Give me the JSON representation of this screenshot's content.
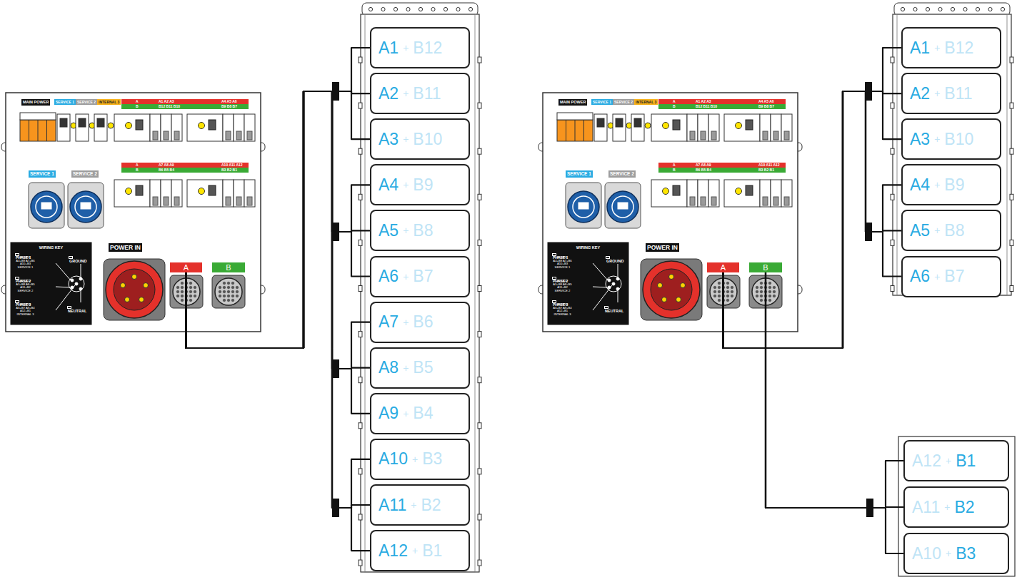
{
  "diagram": {
    "nodes": [
      {
        "text": [
          "MAIN POWER"
        ]
      },
      {
        "text": [
          "SERVICE 1"
        ]
      },
      {
        "text": [
          "SERVICE 2"
        ]
      },
      {
        "text": [
          "INTERNAL 3"
        ]
      },
      {
        "text": [
          "A",
          "A1 A2 A3",
          "A4 A5 A6"
        ]
      },
      {
        "text": [
          "B",
          "B12 B11 B10",
          "B9 B8 B7"
        ]
      },
      {
        "text": [
          "A",
          "A7 A8 A9",
          "A10 A11 A12"
        ]
      },
      {
        "text": [
          "B",
          "B6 B5 B4",
          "B3 B2 B1"
        ]
      },
      {
        "text": [
          "SERVICE 1"
        ]
      },
      {
        "text": [
          "SERVICE 2"
        ]
      },
      {
        "text": [
          "WIRING KEY"
        ]
      },
      {
        "text": [
          "PHASE 1",
          "A1+B12 A4+B9 A7+B6 A10+B3 SERVICE 1"
        ],
        "in": 10
      },
      {
        "text": [
          "PHASE 2",
          "A2+B11 A5+B8 A8+B5 A11+B2 SERVICE 2"
        ],
        "in": 10
      },
      {
        "text": [
          "PHASE 3",
          "A3+B10 A6+B7 A9+B4 A12+B1 INTERNAL 3"
        ],
        "in": 10
      },
      {
        "text": [
          "GROUND"
        ],
        "in": 10
      },
      {
        "text": [
          "NEUTRAL"
        ],
        "in": 10
      },
      {
        "text": [
          "POWER IN"
        ]
      },
      {
        "text": [
          "A"
        ]
      },
      {
        "text": [
          "B"
        ]
      },
      {
        "text": [
          "MAIN POWER"
        ]
      },
      {
        "text": [
          "SERVICE 1"
        ]
      },
      {
        "text": [
          "SERVICE 2"
        ]
      },
      {
        "text": [
          "INTERNAL 3"
        ]
      },
      {
        "text": [
          "A",
          "A1 A2 A3",
          "A4 A5 A6"
        ]
      },
      {
        "text": [
          "B",
          "B12 B11 B10",
          "B9 B8 B7"
        ]
      },
      {
        "text": [
          "A",
          "A7 A8 A9",
          "A10 A11 A12"
        ]
      },
      {
        "text": [
          "B",
          "B6 B5 B4",
          "B3 B2 B1"
        ]
      },
      {
        "text": [
          "SERVICE 1"
        ]
      },
      {
        "text": [
          "SERVICE 2"
        ]
      },
      {
        "text": [
          "WIRING KEY"
        ]
      },
      {
        "text": [
          "PHASE 1",
          "A1+B12 A4+B9 A7+B6 A10+B3 SERVICE 1"
        ],
        "in": 29
      },
      {
        "text": [
          "PHASE 2",
          "A2+B11 A5+B8 A8+B5 A11+B2 SERVICE 2"
        ],
        "in": 29
      },
      {
        "text": [
          "PHASE 3",
          "A3+B10 A6+B7 A9+B4 A12+B1 INTERNAL 3"
        ],
        "in": 29
      },
      {
        "text": [
          "GROUND"
        ],
        "in": 29
      },
      {
        "text": [
          "NEUTRAL"
        ],
        "in": 29
      },
      {
        "text": [
          "POWER IN"
        ]
      },
      {
        "text": [
          "A"
        ]
      },
      {
        "text": [
          "B"
        ]
      },
      {
        "text": [
          "A1",
          "+",
          "B12"
        ]
      },
      {
        "text": [
          "A2",
          "+",
          "B11"
        ]
      },
      {
        "text": [
          "A3",
          "+",
          "B10"
        ]
      },
      {
        "text": [
          "A4",
          "+",
          "B9"
        ]
      },
      {
        "text": [
          "A5",
          "+",
          "B8"
        ]
      },
      {
        "text": [
          "A6",
          "+",
          "B7"
        ]
      },
      {
        "text": [
          "A7",
          "+",
          "B6"
        ]
      },
      {
        "text": [
          "A8",
          "+",
          "B5"
        ]
      },
      {
        "text": [
          "A9",
          "+",
          "B4"
        ]
      },
      {
        "text": [
          "A10",
          "+",
          "B3"
        ]
      },
      {
        "text": [
          "A11",
          "+",
          "B2"
        ]
      },
      {
        "text": [
          "A12",
          "+",
          "B1"
        ]
      },
      {
        "text": [
          "A1",
          "+",
          "B12"
        ]
      },
      {
        "text": [
          "A2",
          "+",
          "B11"
        ]
      },
      {
        "text": [
          "A3",
          "+",
          "B10"
        ]
      },
      {
        "text": [
          "A4",
          "+",
          "B9"
        ]
      },
      {
        "text": [
          "A5",
          "+",
          "B8"
        ]
      },
      {
        "text": [
          "A6",
          "+",
          "B7"
        ]
      },
      {
        "text": [
          "A12",
          "+",
          "B1"
        ]
      },
      {
        "text": [
          "A11",
          "+",
          "B2"
        ]
      },
      {
        "text": [
          "A10",
          "+",
          "B3"
        ]
      }
    ],
    "edges": [
      {
        "from": 17,
        "to": 38,
        "arrow": "none"
      },
      {
        "from": 17,
        "to": 39,
        "arrow": "none"
      },
      {
        "from": 17,
        "to": 40,
        "arrow": "none"
      },
      {
        "from": 17,
        "to": 41,
        "arrow": "none"
      },
      {
        "from": 17,
        "to": 42,
        "arrow": "none"
      },
      {
        "from": 17,
        "to": 43,
        "arrow": "none"
      },
      {
        "from": 17,
        "to": 44,
        "arrow": "none"
      },
      {
        "from": 17,
        "to": 45,
        "arrow": "none"
      },
      {
        "from": 17,
        "to": 46,
        "arrow": "none"
      },
      {
        "from": 17,
        "to": 47,
        "arrow": "none"
      },
      {
        "from": 17,
        "to": 48,
        "arrow": "none"
      },
      {
        "from": 17,
        "to": 49,
        "arrow": "none"
      },
      {
        "from": 36,
        "to": 50,
        "arrow": "none"
      },
      {
        "from": 36,
        "to": 51,
        "arrow": "none"
      },
      {
        "from": 36,
        "to": 52,
        "arrow": "none"
      },
      {
        "from": 36,
        "to": 53,
        "arrow": "none"
      },
      {
        "from": 36,
        "to": 54,
        "arrow": "none"
      },
      {
        "from": 36,
        "to": 55,
        "arrow": "none"
      },
      {
        "from": 37,
        "to": 56,
        "arrow": "none"
      },
      {
        "from": 37,
        "to": 57,
        "arrow": "none"
      },
      {
        "from": 37,
        "to": 58,
        "arrow": "none"
      }
    ]
  }
}
